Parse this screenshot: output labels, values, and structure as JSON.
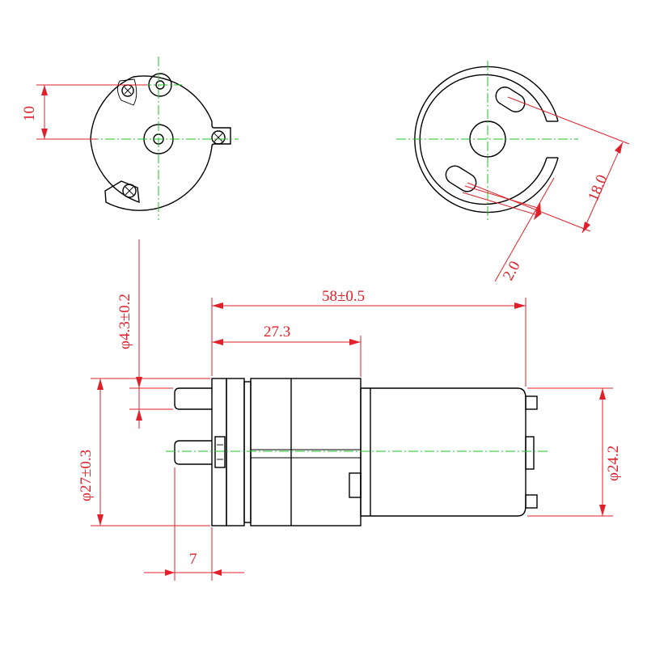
{
  "dimensions": {
    "front_offset": "10",
    "rear_spacing": "18.0",
    "rear_width": "2.0",
    "nozzle_diameter": "φ4.3±0.2",
    "total_length": "58±0.5",
    "head_length": "27.3",
    "body_diameter": "φ27±0.3",
    "motor_diameter": "φ24.2",
    "nozzle_length": "7"
  },
  "colors": {
    "outline": "#000000",
    "centerline": "#22c02a",
    "dimension": "#e0202a"
  }
}
